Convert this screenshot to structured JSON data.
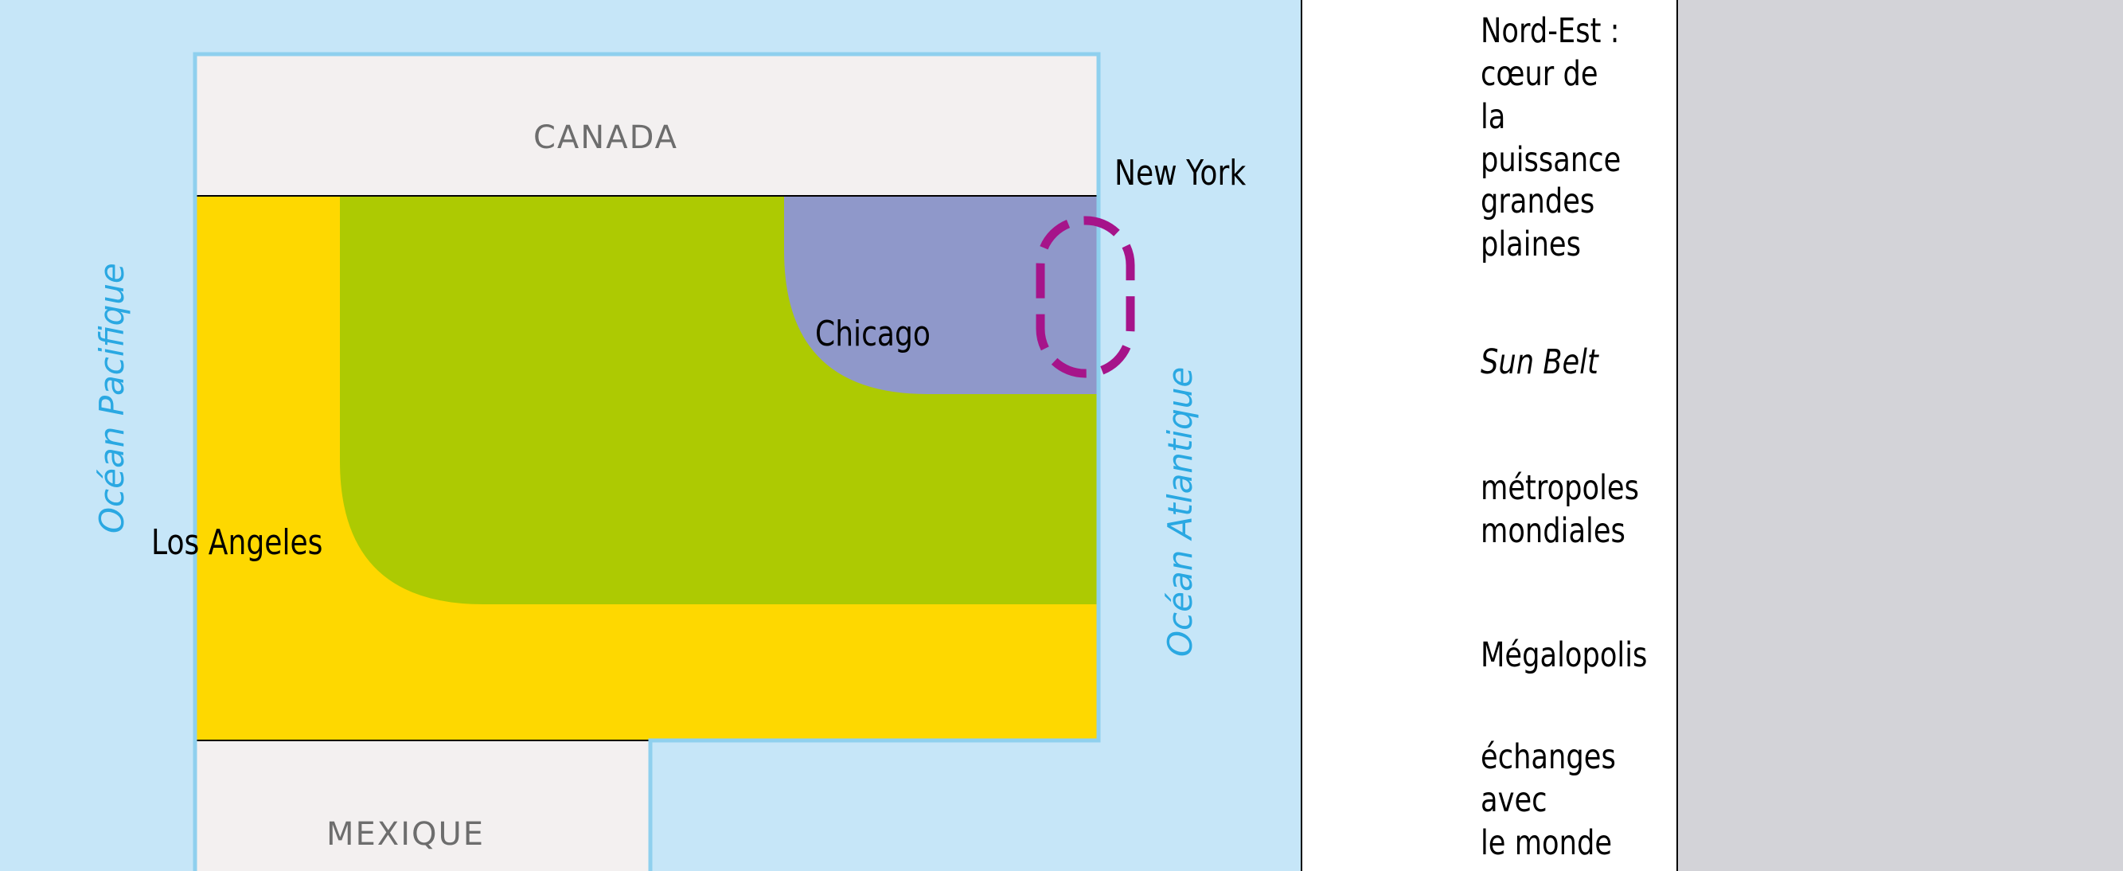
{
  "map": {
    "countries": {
      "canada": "CANADA",
      "mexique": "MEXIQUE"
    },
    "cities": {
      "new_york": "New York",
      "chicago": "Chicago",
      "los_angeles": "Los Angeles"
    },
    "oceans": {
      "pacifique": "Océan Pacifique",
      "atlantique": "Océan Atlantique"
    },
    "colors": {
      "ocean": "#c6e6f8",
      "coast_line": "#8fd0ee",
      "neighbor_land": "#f3f0f0",
      "sun_belt": "#fed800",
      "grandes_plaines": "#adca02",
      "nord_est": "#8f98ca",
      "megalopolis": "#a6148a",
      "ocean_label": "#2aa8e2"
    }
  },
  "legend": {
    "items": [
      {
        "text": "Nord-Est :\ncœur de\nla puissance",
        "italic": false
      },
      {
        "text": "grandes\nplaines",
        "italic": false
      },
      {
        "text": "Sun Belt",
        "italic": true
      },
      {
        "text": "métropoles\nmondiales",
        "italic": false
      },
      {
        "text": "Mégalopolis",
        "italic": false
      },
      {
        "text": "échanges\navec\nle monde",
        "italic": false
      }
    ]
  }
}
